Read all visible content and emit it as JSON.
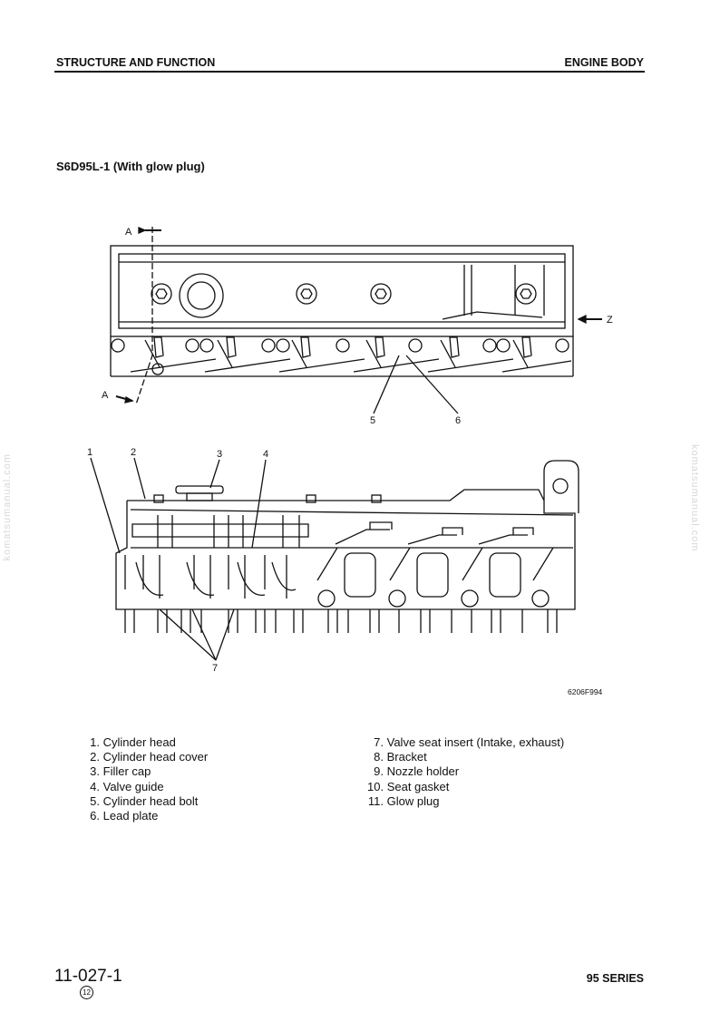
{
  "header": {
    "section": "STRUCTURE AND FUNCTION",
    "chapter": "ENGINE BODY"
  },
  "title": "S6D95L-1 (With glow plug)",
  "figure": {
    "code": "6206F994",
    "view_callouts": {
      "a_top": "A",
      "a_bottom": "A",
      "z": "Z"
    },
    "top_callouts": [
      "5",
      "6"
    ],
    "bottom_callouts": [
      "1",
      "2",
      "3",
      "4",
      "7"
    ]
  },
  "legend": {
    "left": [
      {
        "num": "1.",
        "label": "Cylinder head"
      },
      {
        "num": "2.",
        "label": "Cylinder head cover"
      },
      {
        "num": "3.",
        "label": "Filler cap"
      },
      {
        "num": "4.",
        "label": "Valve guide"
      },
      {
        "num": "5.",
        "label": "Cylinder head bolt"
      },
      {
        "num": "6.",
        "label": "Lead plate"
      }
    ],
    "right": [
      {
        "num": "7.",
        "label": "Valve seat insert (Intake, exhaust)"
      },
      {
        "num": "8.",
        "label": "Bracket"
      },
      {
        "num": "9.",
        "label": "Nozzle holder"
      },
      {
        "num": "10.",
        "label": "Seat gasket"
      },
      {
        "num": "11.",
        "label": "Glow plug"
      }
    ]
  },
  "watermark": "komatsumanual.com",
  "footer": {
    "page_number": "11-027-1",
    "revision": "12",
    "series": "95 SERIES"
  }
}
